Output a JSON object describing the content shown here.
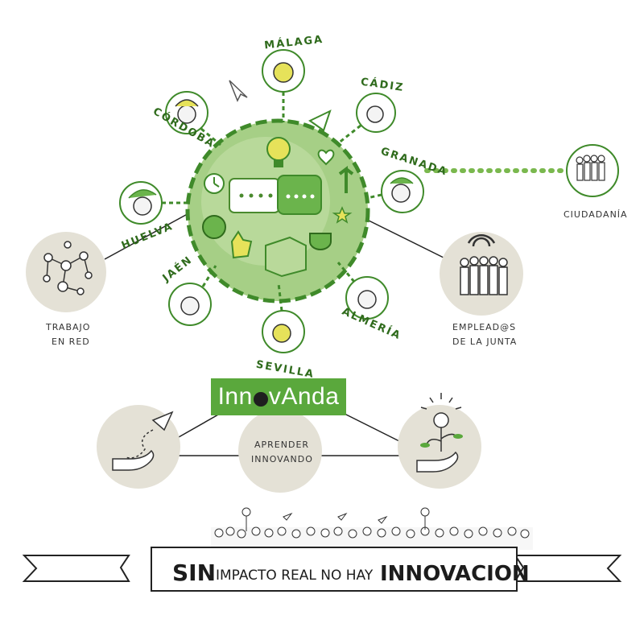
{
  "brand": {
    "part1": "Inn",
    "part2": "vAnda"
  },
  "cities": {
    "malaga": "MÁLAGA",
    "cadiz": "CÁDIZ",
    "granada": "GRANADA",
    "cordoba": "CÓRDOBA",
    "huelva": "HUELVA",
    "jaen": "JAÉN",
    "sevilla": "SEVILLA",
    "almeria": "ALMERÍA"
  },
  "nodes": {
    "trabajo_line1": "TRABAJO",
    "trabajo_line2": "EN RED",
    "empleados_line1": "EMPLEAD@S",
    "empleados_line2": "DE LA JUNTA",
    "ciudadania": "CIUDADANÍA",
    "aprender_line1": "APRENDER",
    "aprender_line2": "INNOVANDO"
  },
  "banner": {
    "word1": "SIN",
    "middle": "IMPACTO REAL NO HAY",
    "word2": "INNOVACION"
  },
  "colors": {
    "green_main": "#5aa83c",
    "green_light": "#b9d99a",
    "beige": "#e4e1d6"
  }
}
